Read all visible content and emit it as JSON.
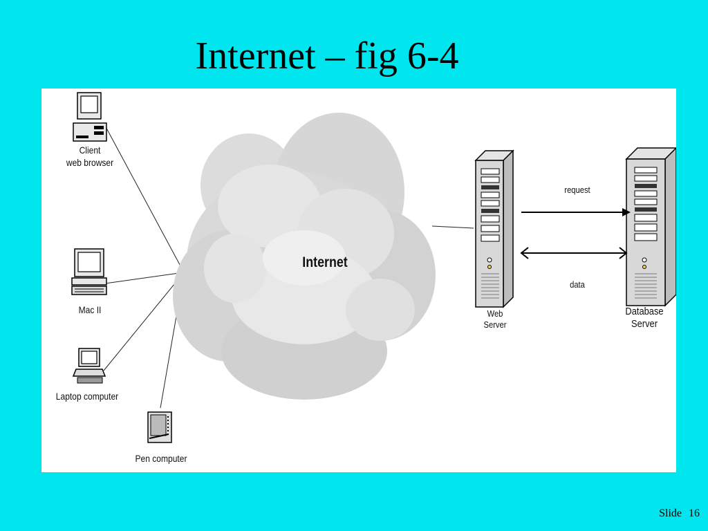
{
  "slide": {
    "title": "Internet – fig 6-4",
    "footer_label": "Slide",
    "footer_number": "16"
  },
  "diagram": {
    "cloud_label": "Internet",
    "clients": [
      {
        "line1": "Client",
        "line2": "web browser"
      },
      {
        "line1": "Mac II"
      },
      {
        "line1": "Laptop computer"
      },
      {
        "line1": "Pen computer"
      }
    ],
    "web_server": {
      "line1": "Web",
      "line2": "Server"
    },
    "database_server": {
      "line1": "Database",
      "line2": "Server"
    },
    "request_label": "request",
    "data_label": "data"
  }
}
